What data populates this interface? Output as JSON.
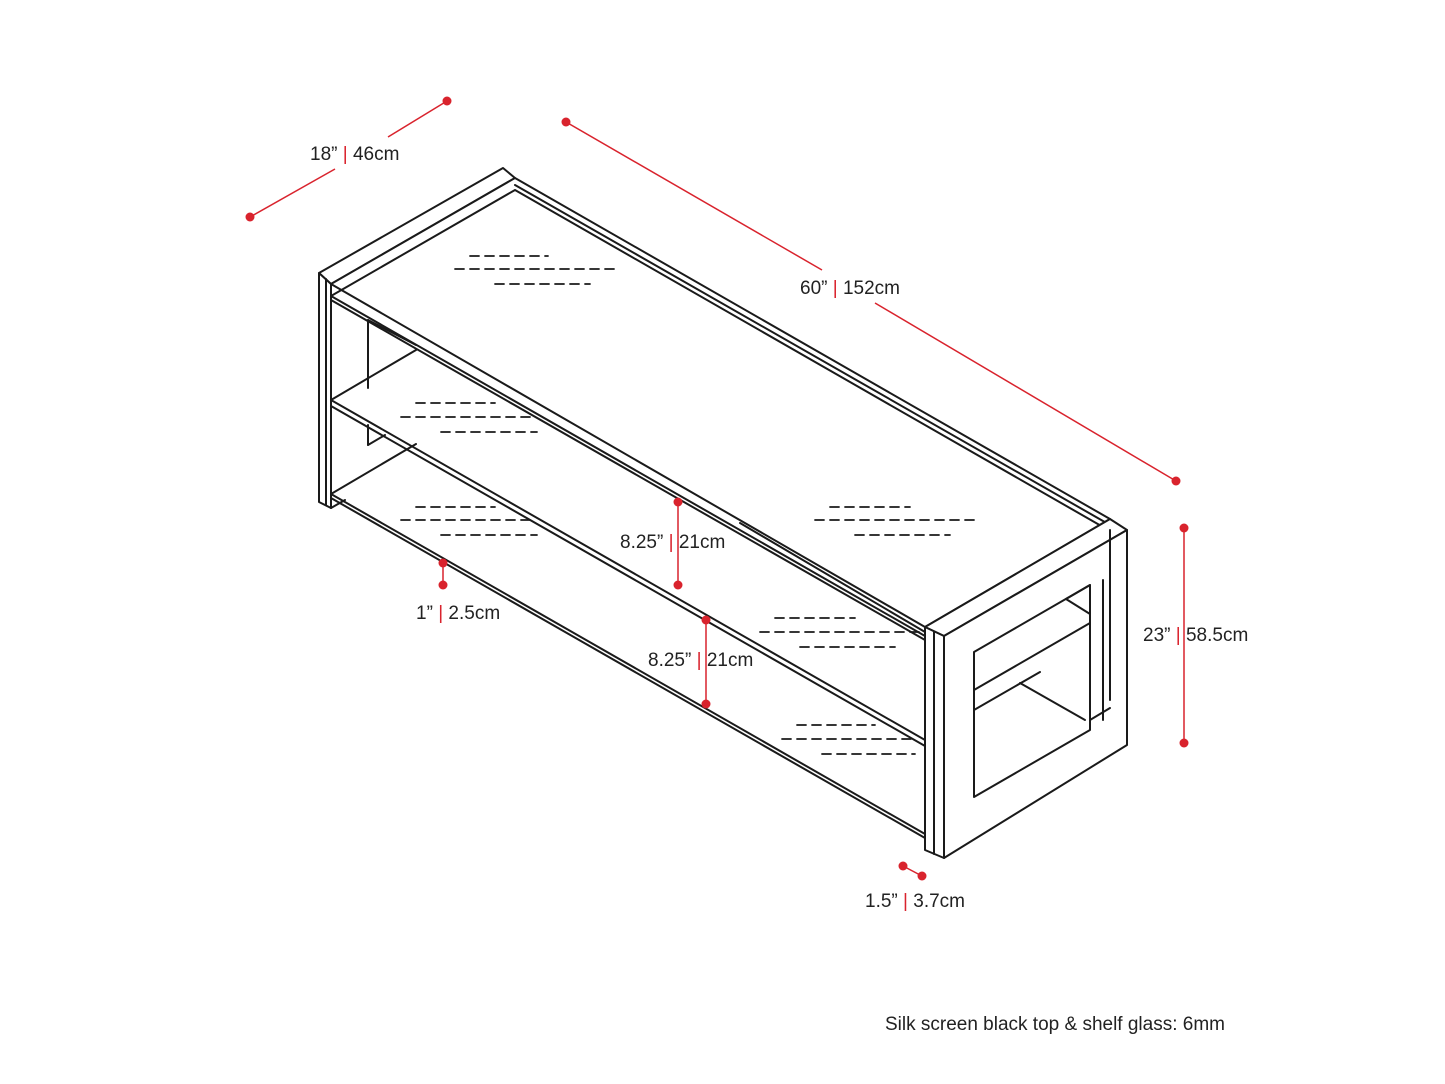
{
  "dimensions": {
    "depth": {
      "imperial": "18”",
      "metric": "46cm"
    },
    "width": {
      "imperial": "60”",
      "metric": "152cm"
    },
    "height": {
      "imperial": "23”",
      "metric": "58.5cm"
    },
    "shelf_gap_upper": {
      "imperial": "8.25”",
      "metric": "21cm"
    },
    "shelf_gap_lower": {
      "imperial": "8.25”",
      "metric": "21cm"
    },
    "clearance": {
      "imperial": "1”",
      "metric": "2.5cm"
    },
    "panel_thickness": {
      "imperial": "1.5”",
      "metric": "3.7cm"
    }
  },
  "separator": "|",
  "note": "Silk screen black top & shelf glass: 6mm",
  "colors": {
    "line": "#1a1a1a",
    "accent": "#d9232d"
  }
}
